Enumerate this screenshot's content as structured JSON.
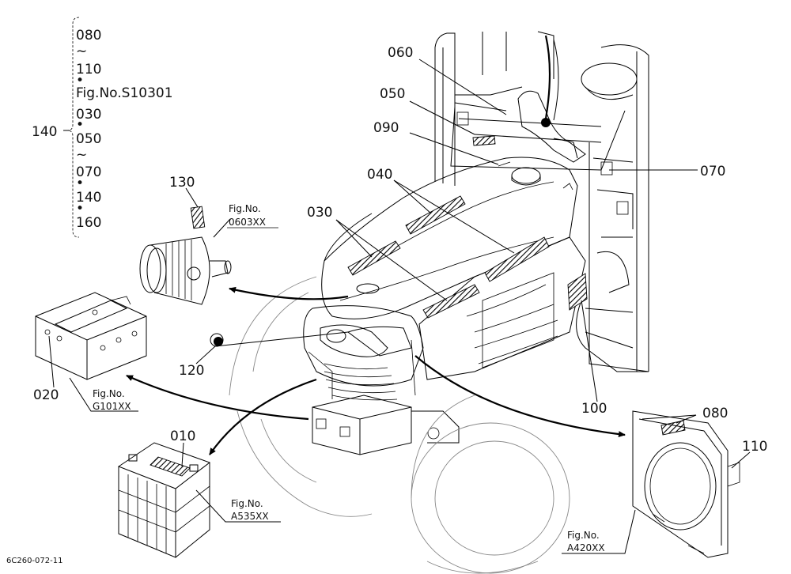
{
  "callouts": {
    "c010": "010",
    "c020": "020",
    "c030": "030",
    "c040": "040",
    "c050": "050",
    "c060": "060",
    "c070": "070",
    "c080": "080",
    "c090": "090",
    "c100": "100",
    "c110": "110",
    "c120": "120",
    "c130": "130",
    "c140": "140"
  },
  "bracket_list": {
    "l1": "080",
    "s1": "~",
    "l2": "110",
    "s2": "•",
    "l3": "Fig.No.S10301",
    "l4": "030",
    "s3": "•",
    "l5": "050",
    "s4": "~",
    "l6": "070",
    "s5": "•",
    "l7": "140",
    "s6": "•",
    "l8": "160"
  },
  "fig_refs": {
    "f0603_a": "Fig.No.",
    "f0603_b": "0603XX",
    "fG101_a": "Fig.No.",
    "fG101_b": "G101XX",
    "fA535_a": "Fig.No.",
    "fA535_b": "A535XX",
    "fA420_a": "Fig.No.",
    "fA420_b": "A420XX"
  },
  "drawing_code": "6C260-072-11"
}
